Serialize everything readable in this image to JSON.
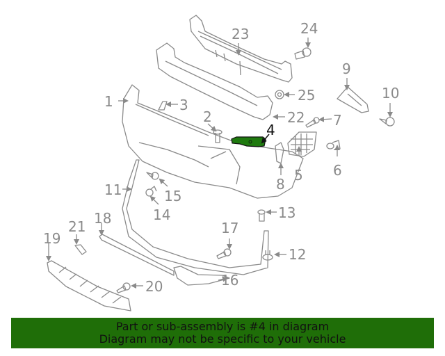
{
  "diagram": {
    "highlighted_part": "4",
    "colors": {
      "line": "#8a8a8a",
      "highlight_fill": "#1f7a0f",
      "highlight_label": "#111111",
      "banner_bg": "#1f6e08",
      "banner_text": "#111111"
    },
    "callouts": [
      {
        "id": "1",
        "label": "1"
      },
      {
        "id": "2",
        "label": "2"
      },
      {
        "id": "3",
        "label": "3"
      },
      {
        "id": "4",
        "label": "4"
      },
      {
        "id": "5",
        "label": "5"
      },
      {
        "id": "6",
        "label": "6"
      },
      {
        "id": "7",
        "label": "7"
      },
      {
        "id": "8",
        "label": "8"
      },
      {
        "id": "9",
        "label": "9"
      },
      {
        "id": "10",
        "label": "10"
      },
      {
        "id": "11",
        "label": "11"
      },
      {
        "id": "12",
        "label": "12"
      },
      {
        "id": "13",
        "label": "13"
      },
      {
        "id": "14",
        "label": "14"
      },
      {
        "id": "15",
        "label": "15"
      },
      {
        "id": "16",
        "label": "16"
      },
      {
        "id": "17",
        "label": "17"
      },
      {
        "id": "18",
        "label": "18"
      },
      {
        "id": "19",
        "label": "19"
      },
      {
        "id": "20",
        "label": "20"
      },
      {
        "id": "21",
        "label": "21"
      },
      {
        "id": "22",
        "label": "22"
      },
      {
        "id": "23",
        "label": "23"
      },
      {
        "id": "24",
        "label": "24"
      },
      {
        "id": "25",
        "label": "25"
      }
    ]
  },
  "banner": {
    "line1": "Part or sub-assembly is #4 in diagram",
    "line2": "Diagram may not be specific to your vehicle"
  }
}
